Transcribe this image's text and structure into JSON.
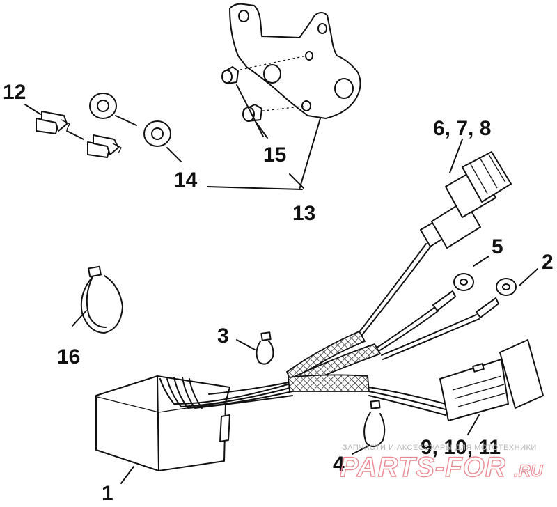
{
  "callouts": {
    "c1": "1",
    "c2": "2",
    "c3": "3",
    "c4": "4",
    "c5": "5",
    "c6": "6, 7, 8",
    "c9": "9, 10, 11",
    "c12": "12",
    "c13": "13",
    "c14": "14",
    "c15": "15",
    "c16": "16"
  },
  "watermark": {
    "caption": "ЗАПЧАСТИ И АКСЕССУАРЫ ДЛЯ МОТОТЕХНИКИ",
    "logo": "PARTS-FOR",
    "domain": ".RU"
  },
  "colors": {
    "line": "#111111",
    "watermark_pink": "#e98a93",
    "watermark_gray": "#b8b8b8"
  }
}
